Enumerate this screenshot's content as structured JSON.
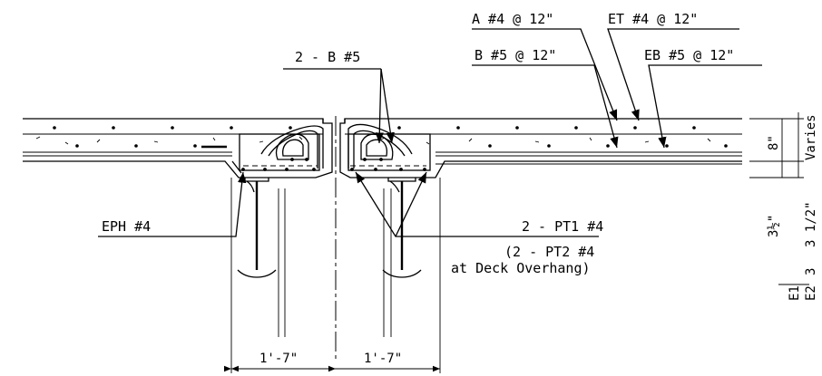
{
  "labels": {
    "a_bar": "A #4 @ 12\"",
    "et_bar": "ET #4 @ 12\"",
    "b_bar": "B #5 @ 12\"",
    "eb_bar": "EB #5 @ 12\"",
    "b_pair": "2 - B #5",
    "eph": "EPH #4",
    "pt1": "2 - PT1 #4",
    "pt2_line1": "(2 - PT2 #4",
    "pt2_line2": "at Deck Overhang)"
  },
  "dimensions": {
    "left_spacing": "1'-7\"",
    "right_spacing": "1'-7\"",
    "slab_depth": "8\"",
    "slab_depth_alt": "Varies",
    "haunch": "3½\"",
    "haunch_alt": "3 1/2\"",
    "e1": "E1",
    "e2": "E2"
  }
}
